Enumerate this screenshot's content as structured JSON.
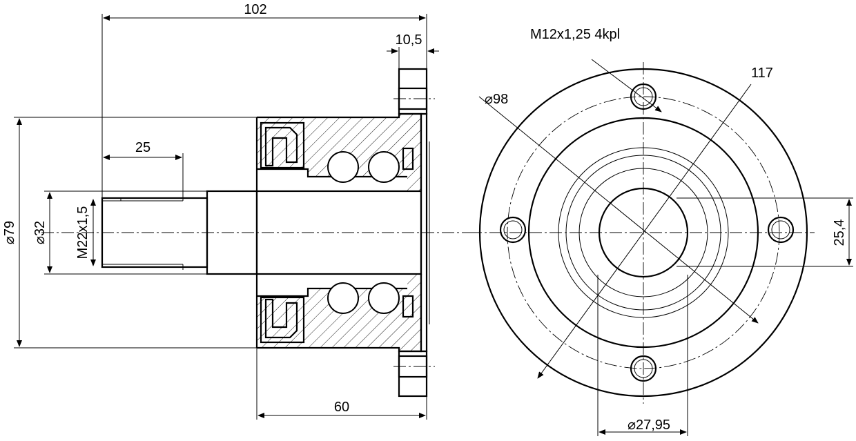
{
  "dimensions": {
    "overall_length": "102",
    "flange_thickness": "10,5",
    "thread_length": "25",
    "thread": "M22x1,5",
    "shaft_diameter": "⌀32",
    "housing_diameter": "⌀79",
    "body_length": "60",
    "bolt_holes": "M12x1,25  4kpl",
    "pitch_circle": "⌀98",
    "flange_diameter": "117",
    "bore_diameter": "⌀27,95",
    "key_height": "25,4"
  },
  "colors": {
    "line": "#000000",
    "background": "#ffffff"
  }
}
